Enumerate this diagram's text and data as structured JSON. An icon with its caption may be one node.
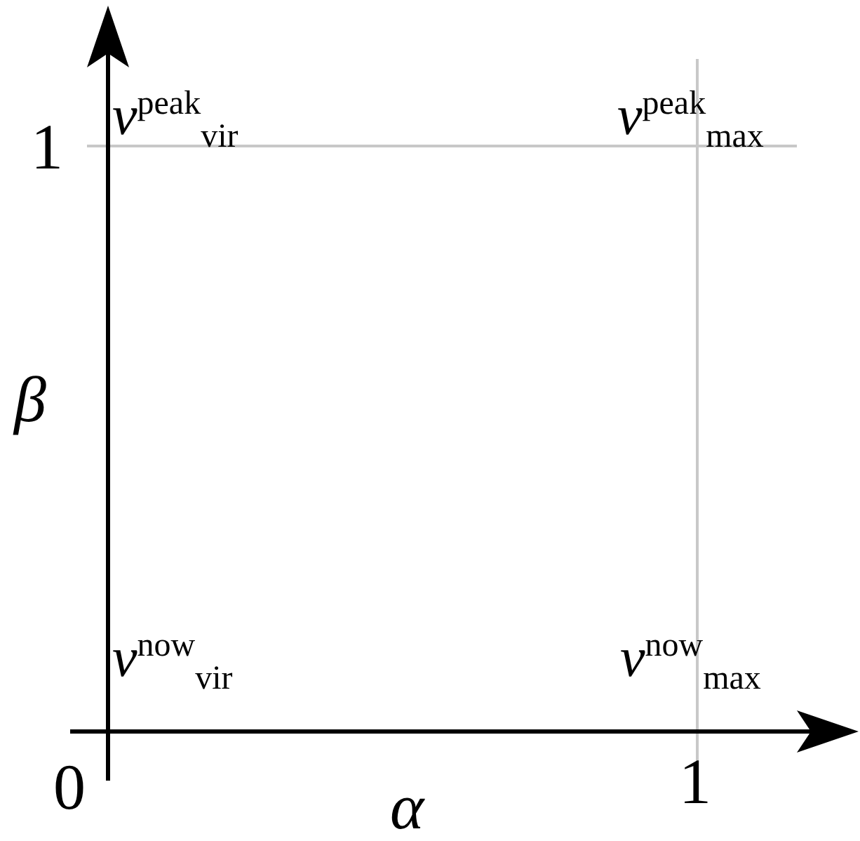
{
  "diagram": {
    "labels": [
      "1",
      "*v*$^{peak}$$_{vir}$",
      "*v*$^{peak}$$_{max}$",
      "β",
      "*v*$^{now}$$_{vir}$",
      "*v*$^{now}$$_{max}$",
      "0",
      "1",
      "α"
    ]
  }
}
